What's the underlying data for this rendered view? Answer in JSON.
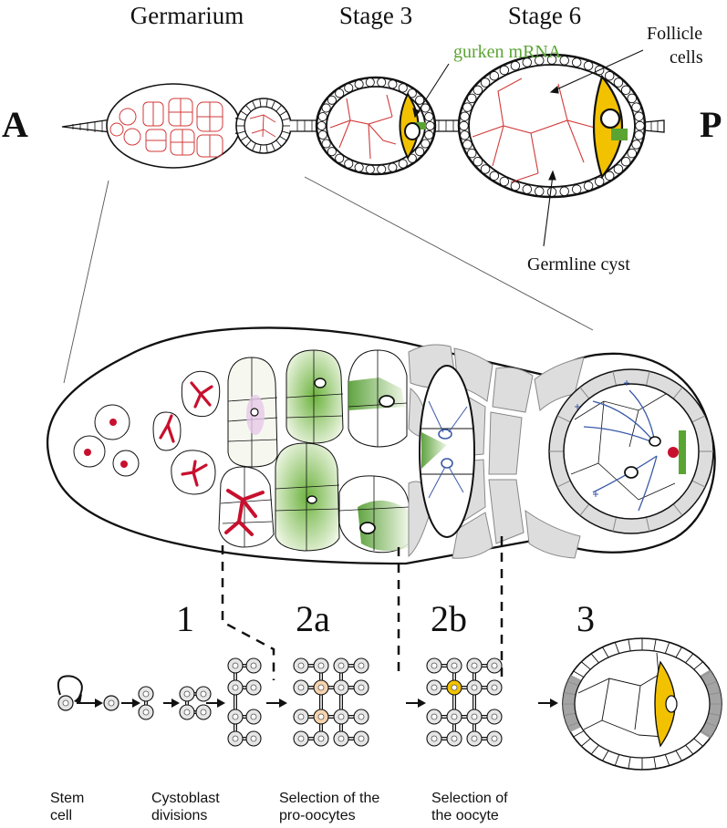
{
  "ovariole": {
    "axis_left": "A",
    "axis_right": "P",
    "stage_titles": [
      "Germarium",
      "Stage 3",
      "Stage 6"
    ],
    "labels": {
      "gurken": "gurken mRNA",
      "follicle_line1": "Follicle",
      "follicle_line2": "cells",
      "germline": "Germline cyst"
    }
  },
  "germarium_regions": [
    "1",
    "2a",
    "2b",
    "3"
  ],
  "lineage_steps": [
    {
      "line1": "Stem",
      "line2": "cell"
    },
    {
      "line1": "Cystoblast",
      "line2": "divisions"
    },
    {
      "line1": "Selection of the",
      "line2": "pro-oocytes"
    },
    {
      "line1": "Selection of",
      "line2": "the oocyte"
    }
  ],
  "colors": {
    "oocyte": "#f2c200",
    "pro_oocyte": "#f6d3ad",
    "gurken": "#5aa532",
    "fusome": "#c8102e",
    "microtubules": "#3b5aa8",
    "follicle_fill": "#dddddd"
  }
}
